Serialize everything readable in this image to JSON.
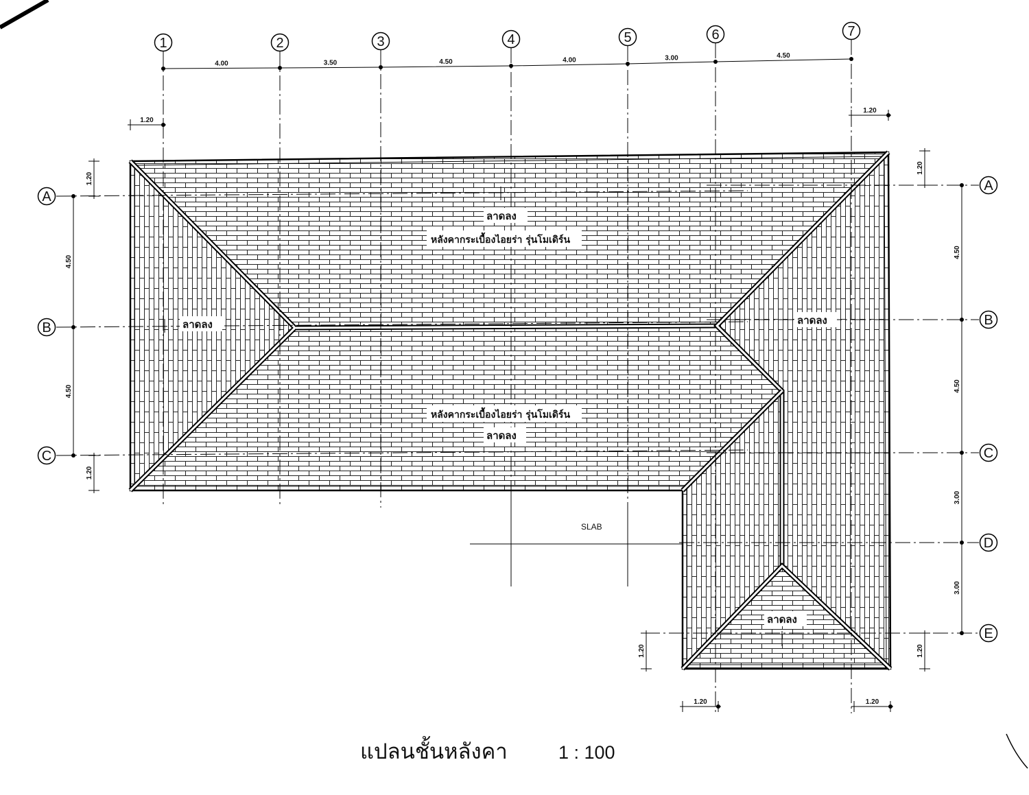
{
  "grid_columns": [
    "1",
    "2",
    "3",
    "4",
    "5",
    "6",
    "7"
  ],
  "grid_rows": [
    "A",
    "B",
    "C",
    "D",
    "E"
  ],
  "column_spacings": [
    "4.00",
    "3.50",
    "4.50",
    "4.00",
    "3.00",
    "4.50"
  ],
  "row_spacings_right": [
    "4.50",
    "4.50",
    "3.00",
    "3.00"
  ],
  "row_spacings_left": [
    "4.50",
    "4.50"
  ],
  "overhang": "1.20",
  "roof_note_top": "หลังคากระเบื้องไอยร่า รุ่นโมเดิร์น",
  "roof_note_bottom": "หลังคากระเบื้องไอยร่า รุ่นโมเดิร์น",
  "slope_label": "ลาดลง",
  "slab_label": "SLAB",
  "title": "แปลนชั้นหลังคา",
  "scale": "1 : 100"
}
